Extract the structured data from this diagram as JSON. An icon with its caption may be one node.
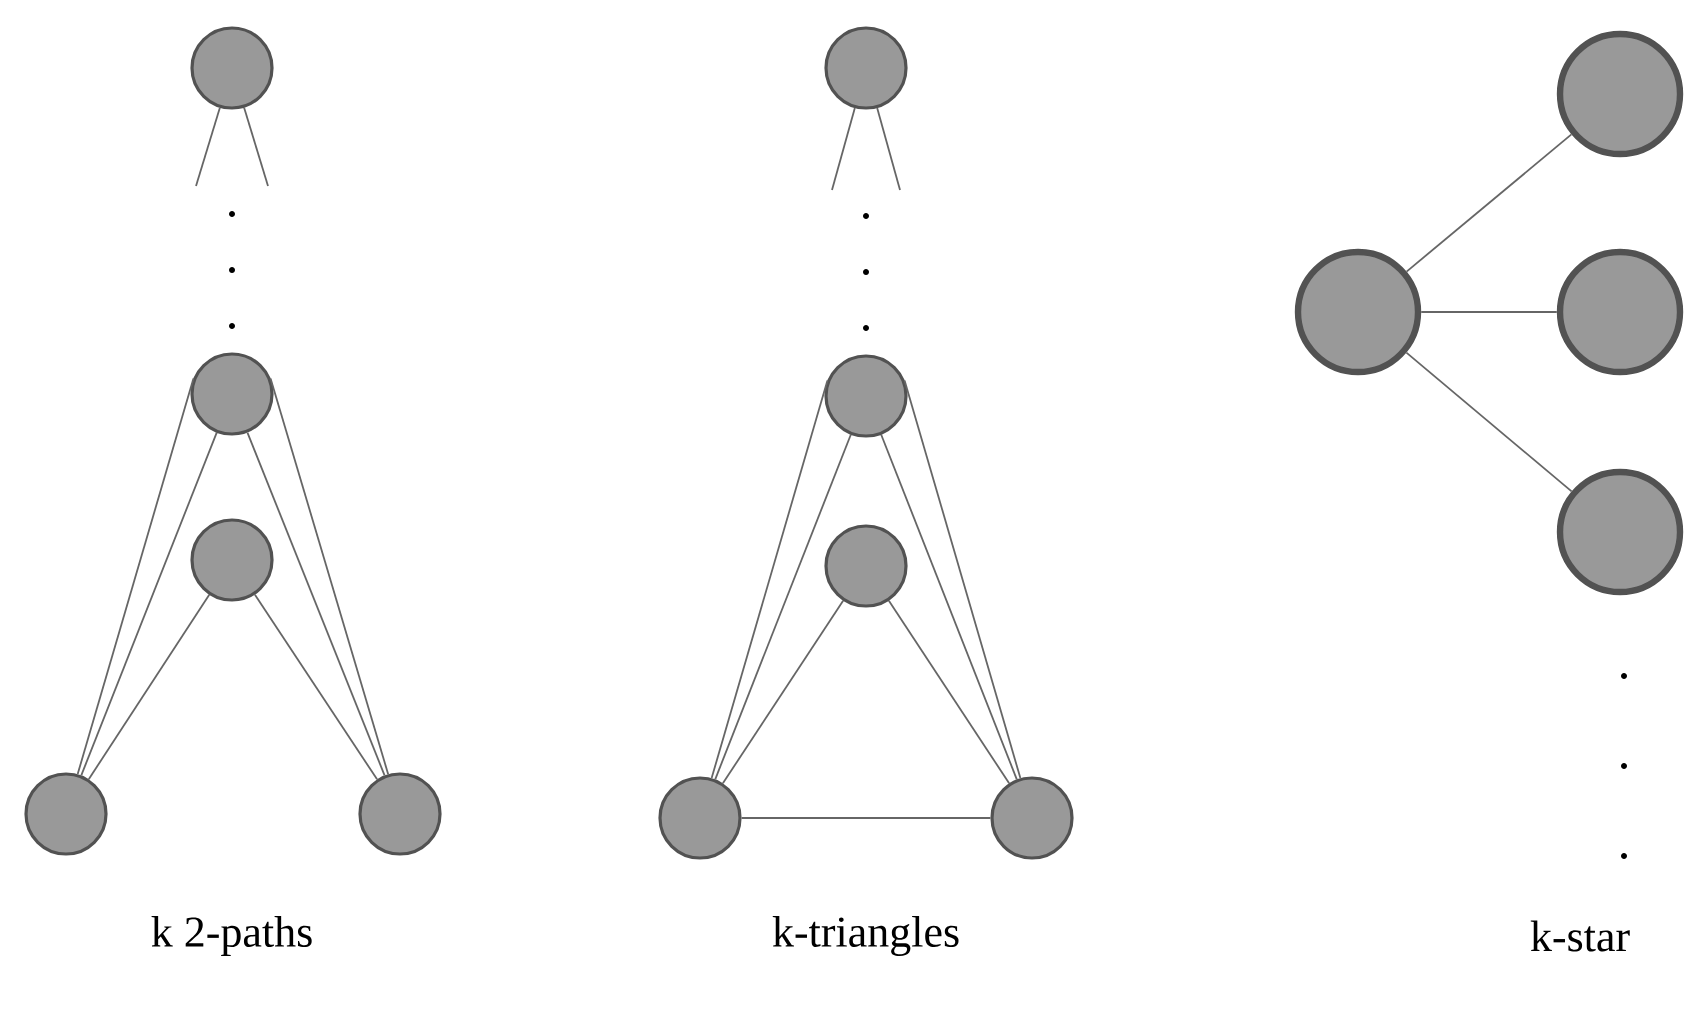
{
  "diagram": {
    "nodes": [
      {
        "text": [],
        "shape": "circle"
      },
      {
        "text": [],
        "shape": "circle"
      },
      {
        "text": [],
        "shape": "circle"
      },
      {
        "text": [],
        "shape": "circle"
      },
      {
        "text": [],
        "shape": "circle"
      },
      {
        "text": [],
        "shape": "circle"
      },
      {
        "text": [],
        "shape": "circle"
      },
      {
        "text": [],
        "shape": "circle"
      },
      {
        "text": [],
        "shape": "circle"
      },
      {
        "text": [],
        "shape": "circle"
      },
      {
        "text": [],
        "shape": "circle"
      },
      {
        "text": [],
        "shape": "circle"
      },
      {
        "text": [],
        "shape": "circle"
      },
      {
        "text": [],
        "shape": "circle"
      }
    ],
    "edges": [
      {
        "from": 0,
        "to": null,
        "arrow": "none"
      },
      {
        "from": 0,
        "to": null,
        "arrow": "none"
      },
      {
        "from": 3,
        "to": 1,
        "arrow": "none"
      },
      {
        "from": 4,
        "to": 1,
        "arrow": "none"
      },
      {
        "from": 1,
        "to": 3,
        "arrow": "none"
      },
      {
        "from": 1,
        "to": 4,
        "arrow": "none"
      },
      {
        "from": 2,
        "to": 3,
        "arrow": "none"
      },
      {
        "from": 2,
        "to": 4,
        "arrow": "none"
      },
      {
        "from": 5,
        "to": null,
        "arrow": "none"
      },
      {
        "from": 5,
        "to": null,
        "arrow": "none"
      },
      {
        "from": 8,
        "to": 6,
        "arrow": "none"
      },
      {
        "from": 9,
        "to": 6,
        "arrow": "none"
      },
      {
        "from": 6,
        "to": 8,
        "arrow": "none"
      },
      {
        "from": 6,
        "to": 9,
        "arrow": "none"
      },
      {
        "from": 7,
        "to": 8,
        "arrow": "none"
      },
      {
        "from": 7,
        "to": 9,
        "arrow": "none"
      },
      {
        "from": 8,
        "to": 9,
        "arrow": "none"
      },
      {
        "from": 10,
        "to": 11,
        "arrow": "none"
      },
      {
        "from": 10,
        "to": 12,
        "arrow": "none"
      },
      {
        "from": 10,
        "to": 13,
        "arrow": "none"
      }
    ],
    "labels": [
      "k 2-paths",
      "k-triangles",
      "k-star"
    ]
  }
}
